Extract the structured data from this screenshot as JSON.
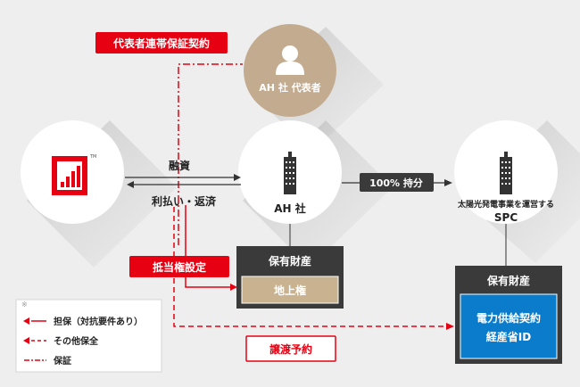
{
  "labels": {
    "guarantee_contract": "代表者連帯保証契約",
    "representative": "AH 社 代表者",
    "financing": "融資",
    "repayment": "利払い・返済",
    "ah_company": "AH 社",
    "investment": "100% 持分",
    "spc_desc": "太陽光発電事業を運営する",
    "spc": "SPC",
    "mortgage": "抵当権設定",
    "assets_ah": "保有財産",
    "surface_right": "地上権",
    "assets_spc": "保有財産",
    "spc_assets_line1": "電力供給契約",
    "spc_assets_line2": "経産省ID",
    "transfer_reservation": "譲渡予約",
    "lender_logo_mark": "TM"
  },
  "legend": {
    "note_mark": "※",
    "items": [
      {
        "label": "担保（対抗要件あり）",
        "style": "solid"
      },
      {
        "label": "その他保全",
        "style": "dashed"
      },
      {
        "label": "保証",
        "style": "dashdot"
      }
    ]
  },
  "colors": {
    "red": "#e60012",
    "gold_circle": "#c2ab8f",
    "dark_label": "#3a3a3a",
    "tan_box": "#c9b28f",
    "blue_box": "#0b7ccb",
    "white": "#ffffff",
    "background": "#eeeeee"
  }
}
